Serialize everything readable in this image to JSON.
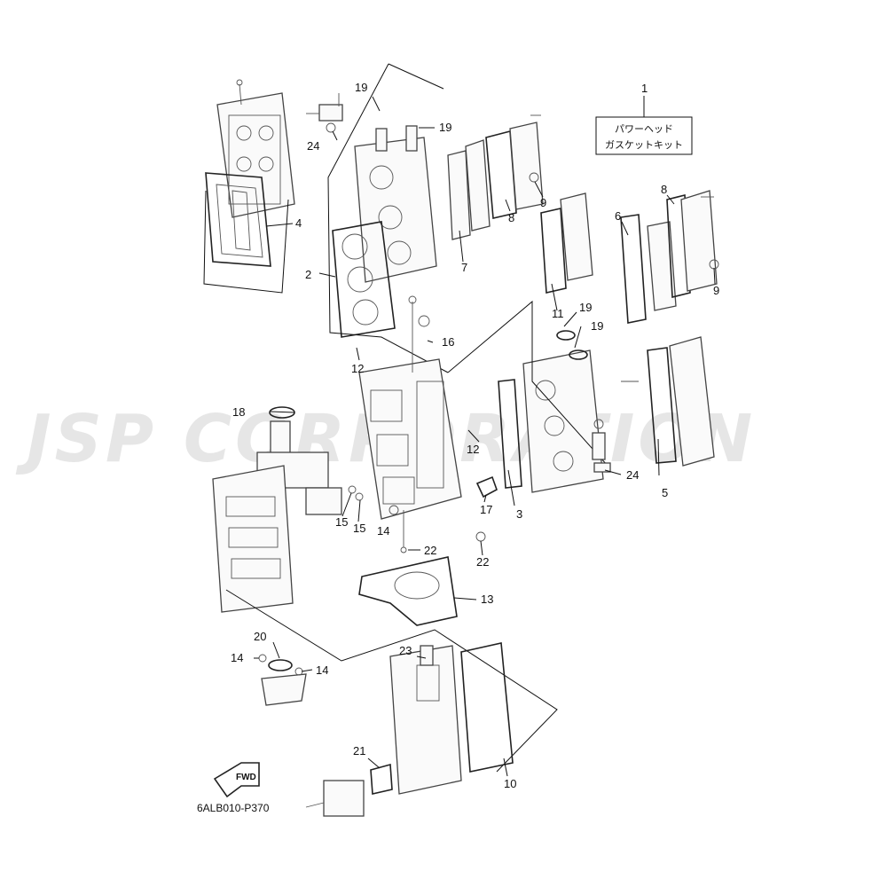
{
  "watermark": "JSP CORPORATION",
  "diagram_code": "6ALB010-P370",
  "fwd_label": "FWD",
  "kit_box": {
    "number": "1",
    "line1": "パワーヘッド",
    "line2": "ガスケットキット"
  },
  "callouts": {
    "c2": "2",
    "c3": "3",
    "c4": "4",
    "c5": "5",
    "c6": "6",
    "c7": "7",
    "c8a": "8",
    "c8b": "8",
    "c9a": "9",
    "c9b": "9",
    "c10": "10",
    "c11": "11",
    "c12a": "12",
    "c12b": "12",
    "c13": "13",
    "c14a": "14",
    "c14b": "14",
    "c14c": "14",
    "c15a": "15",
    "c15b": "15",
    "c16": "16",
    "c17": "17",
    "c18": "18",
    "c19a": "19",
    "c19b": "19",
    "c19c": "19",
    "c19d": "19",
    "c20": "20",
    "c21": "21",
    "c22a": "22",
    "c22b": "22",
    "c23": "23",
    "c24a": "24",
    "c24b": "24"
  },
  "colors": {
    "line": "#111111",
    "part_fill": "#fafafa",
    "watermark": "#e6e6e6"
  }
}
